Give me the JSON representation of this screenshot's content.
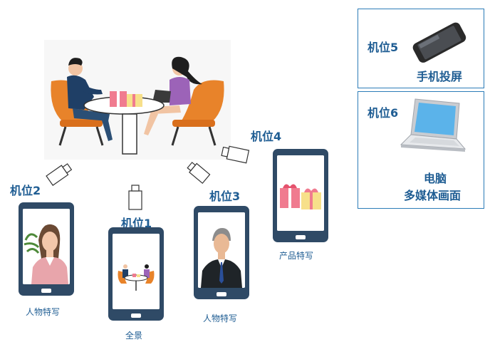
{
  "positions": {
    "cam1": {
      "label": "机位1",
      "caption": "全景"
    },
    "cam2": {
      "label": "机位2",
      "caption": "人物特写"
    },
    "cam3": {
      "label": "机位3",
      "caption": "人物特写"
    },
    "cam4": {
      "label": "机位4",
      "caption": "产品特写"
    },
    "cam5": {
      "label": "机位5",
      "caption": "手机投屏"
    },
    "cam6": {
      "label": "机位6",
      "caption_line1": "电脑",
      "caption_line2": "多媒体画面"
    }
  },
  "colors": {
    "label": "#1f5d93",
    "phone_body": "#2f4a66",
    "box_border": "#2c7cb8",
    "chair": "#e8832a",
    "gift_pink": "#f07b8f",
    "gift_yellow": "#f7e08a"
  }
}
